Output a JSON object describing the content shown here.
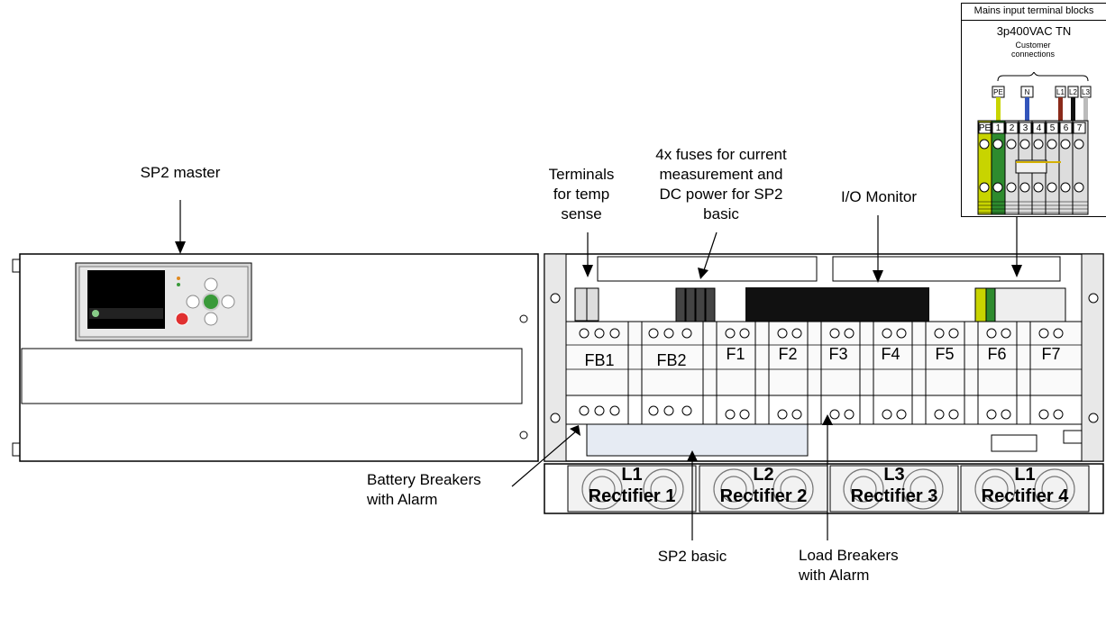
{
  "labels": {
    "sp2_master": "SP2 master",
    "temp_sense": [
      "Terminals",
      "for temp",
      "sense"
    ],
    "fuses": [
      "4x fuses for current",
      "measurement and",
      "DC power for SP2",
      "basic"
    ],
    "io_monitor": "I/O Monitor",
    "battery_breakers": [
      "Battery Breakers",
      "with Alarm"
    ],
    "sp2_basic": "SP2 basic",
    "load_breakers": [
      "Load Breakers",
      "with Alarm"
    ]
  },
  "inset": {
    "title": "Mains input terminal blocks",
    "supply": "3p400VAC TN",
    "customer": "Customer connections",
    "wires": [
      "PE",
      "N",
      "L1",
      "L2",
      "L3"
    ],
    "terminals": [
      "PE",
      "1",
      "2",
      "3",
      "4",
      "5",
      "6",
      "7"
    ]
  },
  "breakers": {
    "battery": [
      "FB1",
      "FB2"
    ],
    "load": [
      "F1",
      "F2",
      "F3",
      "F4",
      "F5",
      "F6",
      "F7"
    ]
  },
  "rectifiers": [
    {
      "phase": "L1",
      "name": "Rectifier 1"
    },
    {
      "phase": "L2",
      "name": "Rectifier 2"
    },
    {
      "phase": "L3",
      "name": "Rectifier 3"
    },
    {
      "phase": "L1",
      "name": "Rectifier 4"
    }
  ],
  "colors": {
    "pe": "#c8d400",
    "pe_green": "#2e8b2e",
    "n": "#3355bb",
    "l1": "#8b2a1a",
    "l2": "#111111",
    "l3": "#bbbbbb",
    "io_block": "#111111",
    "sp2_basic_fill": "#e6ebf3"
  }
}
